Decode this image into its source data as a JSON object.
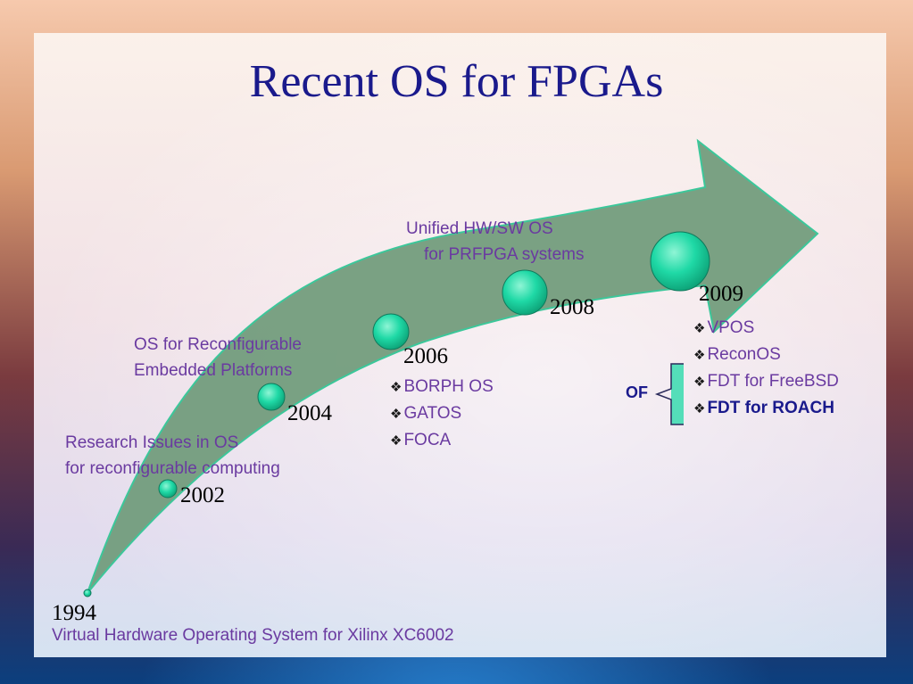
{
  "slide": {
    "title": "Recent OS for FPGAs",
    "bullet_icon": "diamond-4-petal-bullet",
    "colors": {
      "title": "#1a1a8c",
      "caption": "#6a3aa0",
      "arrow_fill": "#6f9a7a",
      "arrow_stroke": "#3cc79a",
      "node_fill": "#1fd9a6",
      "frame_top": "#f2b594",
      "frame_bottom": "#0d2f61"
    },
    "milestones": [
      {
        "year": "1994",
        "caption": "Virtual Hardware Operating System for Xilinx XC6002"
      },
      {
        "year": "2002",
        "caption_lines": [
          "Research Issues in OS",
          "for reconfigurable computing"
        ]
      },
      {
        "year": "2004",
        "caption_lines": [
          "OS for Reconfigurable",
          "Embedded Platforms"
        ]
      },
      {
        "year": "2006",
        "items": [
          "BORPH OS",
          "GATOS",
          "FOCA"
        ]
      },
      {
        "year": "2008",
        "caption_lines": [
          "Unified HW/SW OS",
          "for PRFPGA systems"
        ]
      },
      {
        "year": "2009",
        "items": [
          "VPOS",
          "ReconOS",
          "FDT for FreeBSD",
          "FDT for ROACH"
        ],
        "of_label": "OF"
      }
    ]
  }
}
